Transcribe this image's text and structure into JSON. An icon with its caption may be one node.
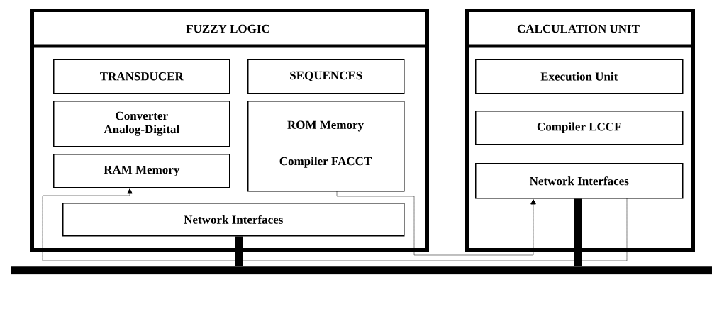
{
  "diagram": {
    "nodes": [
      {
        "text": [
          "FUZZY LOGIC"
        ]
      },
      {
        "text": [
          "TRANSDUCER"
        ],
        "in": 0
      },
      {
        "text": [
          "SEQUENCES"
        ],
        "in": 0
      },
      {
        "text": [
          "Converter Analog-Digital"
        ],
        "in": 0
      },
      {
        "text": [
          "ROM Memory",
          "Compiler FACCT"
        ],
        "in": 0
      },
      {
        "text": [
          "RAM Memory"
        ],
        "in": 0
      },
      {
        "text": [
          "Network Interfaces"
        ],
        "in": 0
      },
      {
        "text": [
          "CALCULATION UNIT"
        ]
      },
      {
        "text": [
          "Execution Unit"
        ],
        "in": 7
      },
      {
        "text": [
          "Compiler LCCF"
        ],
        "in": 7
      },
      {
        "text": [
          "Network Interfaces"
        ],
        "in": 7
      },
      {
        "text": [],
        "shape": "bar"
      }
    ],
    "edges": [
      {
        "from": 6,
        "to": 11,
        "arrow": "none",
        "style": "thick"
      },
      {
        "from": 10,
        "to": 11,
        "arrow": "none",
        "style": "thick"
      },
      {
        "from": 4,
        "to": 10,
        "arrow": "to",
        "style": "dashed"
      },
      {
        "from": 10,
        "to": 5,
        "arrow": "to",
        "style": "dashed"
      }
    ]
  }
}
